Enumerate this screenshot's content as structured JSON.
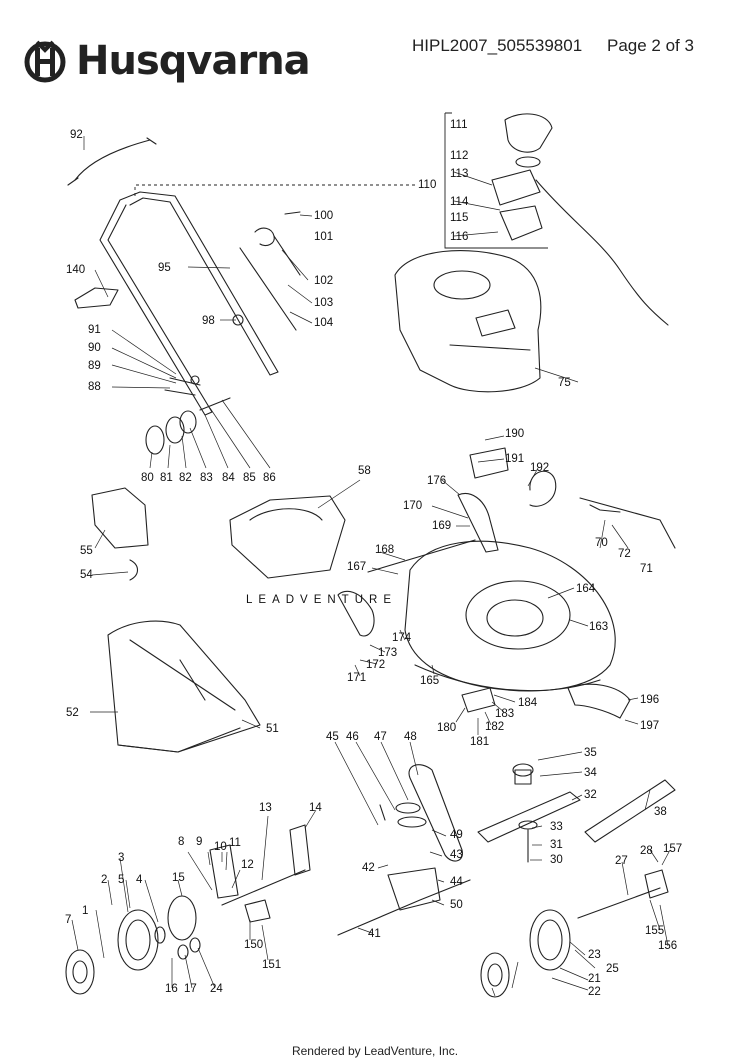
{
  "brand": {
    "name": "Husqvarna"
  },
  "header": {
    "doc_id": "HIPL2007_505539801",
    "page": "Page 2 of 3"
  },
  "footer": {
    "text": "Rendered by LeadVenture, Inc."
  },
  "watermark": {
    "text": "LEADVENTURE"
  },
  "diagram": {
    "callouts": [
      "92",
      "111",
      "112",
      "113",
      "114",
      "115",
      "116",
      "110",
      "100",
      "101",
      "102",
      "103",
      "104",
      "95",
      "98",
      "140",
      "91",
      "90",
      "89",
      "88",
      "75",
      "80",
      "81",
      "82",
      "83",
      "84",
      "85",
      "86",
      "58",
      "190",
      "191",
      "192",
      "176",
      "170",
      "169",
      "168",
      "167",
      "70",
      "72",
      "71",
      "55",
      "54",
      "164",
      "163",
      "174",
      "173",
      "172",
      "171",
      "165",
      "180",
      "181",
      "182",
      "183",
      "184",
      "196",
      "197",
      "52",
      "51",
      "45",
      "46",
      "47",
      "48",
      "35",
      "34",
      "32",
      "38",
      "33",
      "31",
      "30",
      "10",
      "9",
      "11",
      "8",
      "13",
      "14",
      "12",
      "49",
      "43",
      "42",
      "44",
      "50",
      "41",
      "28",
      "157",
      "27",
      "155",
      "156",
      "150",
      "151",
      "3",
      "5",
      "4",
      "2",
      "1",
      "7",
      "15",
      "16",
      "17",
      "24",
      "23",
      "25",
      "21",
      "22"
    ]
  }
}
